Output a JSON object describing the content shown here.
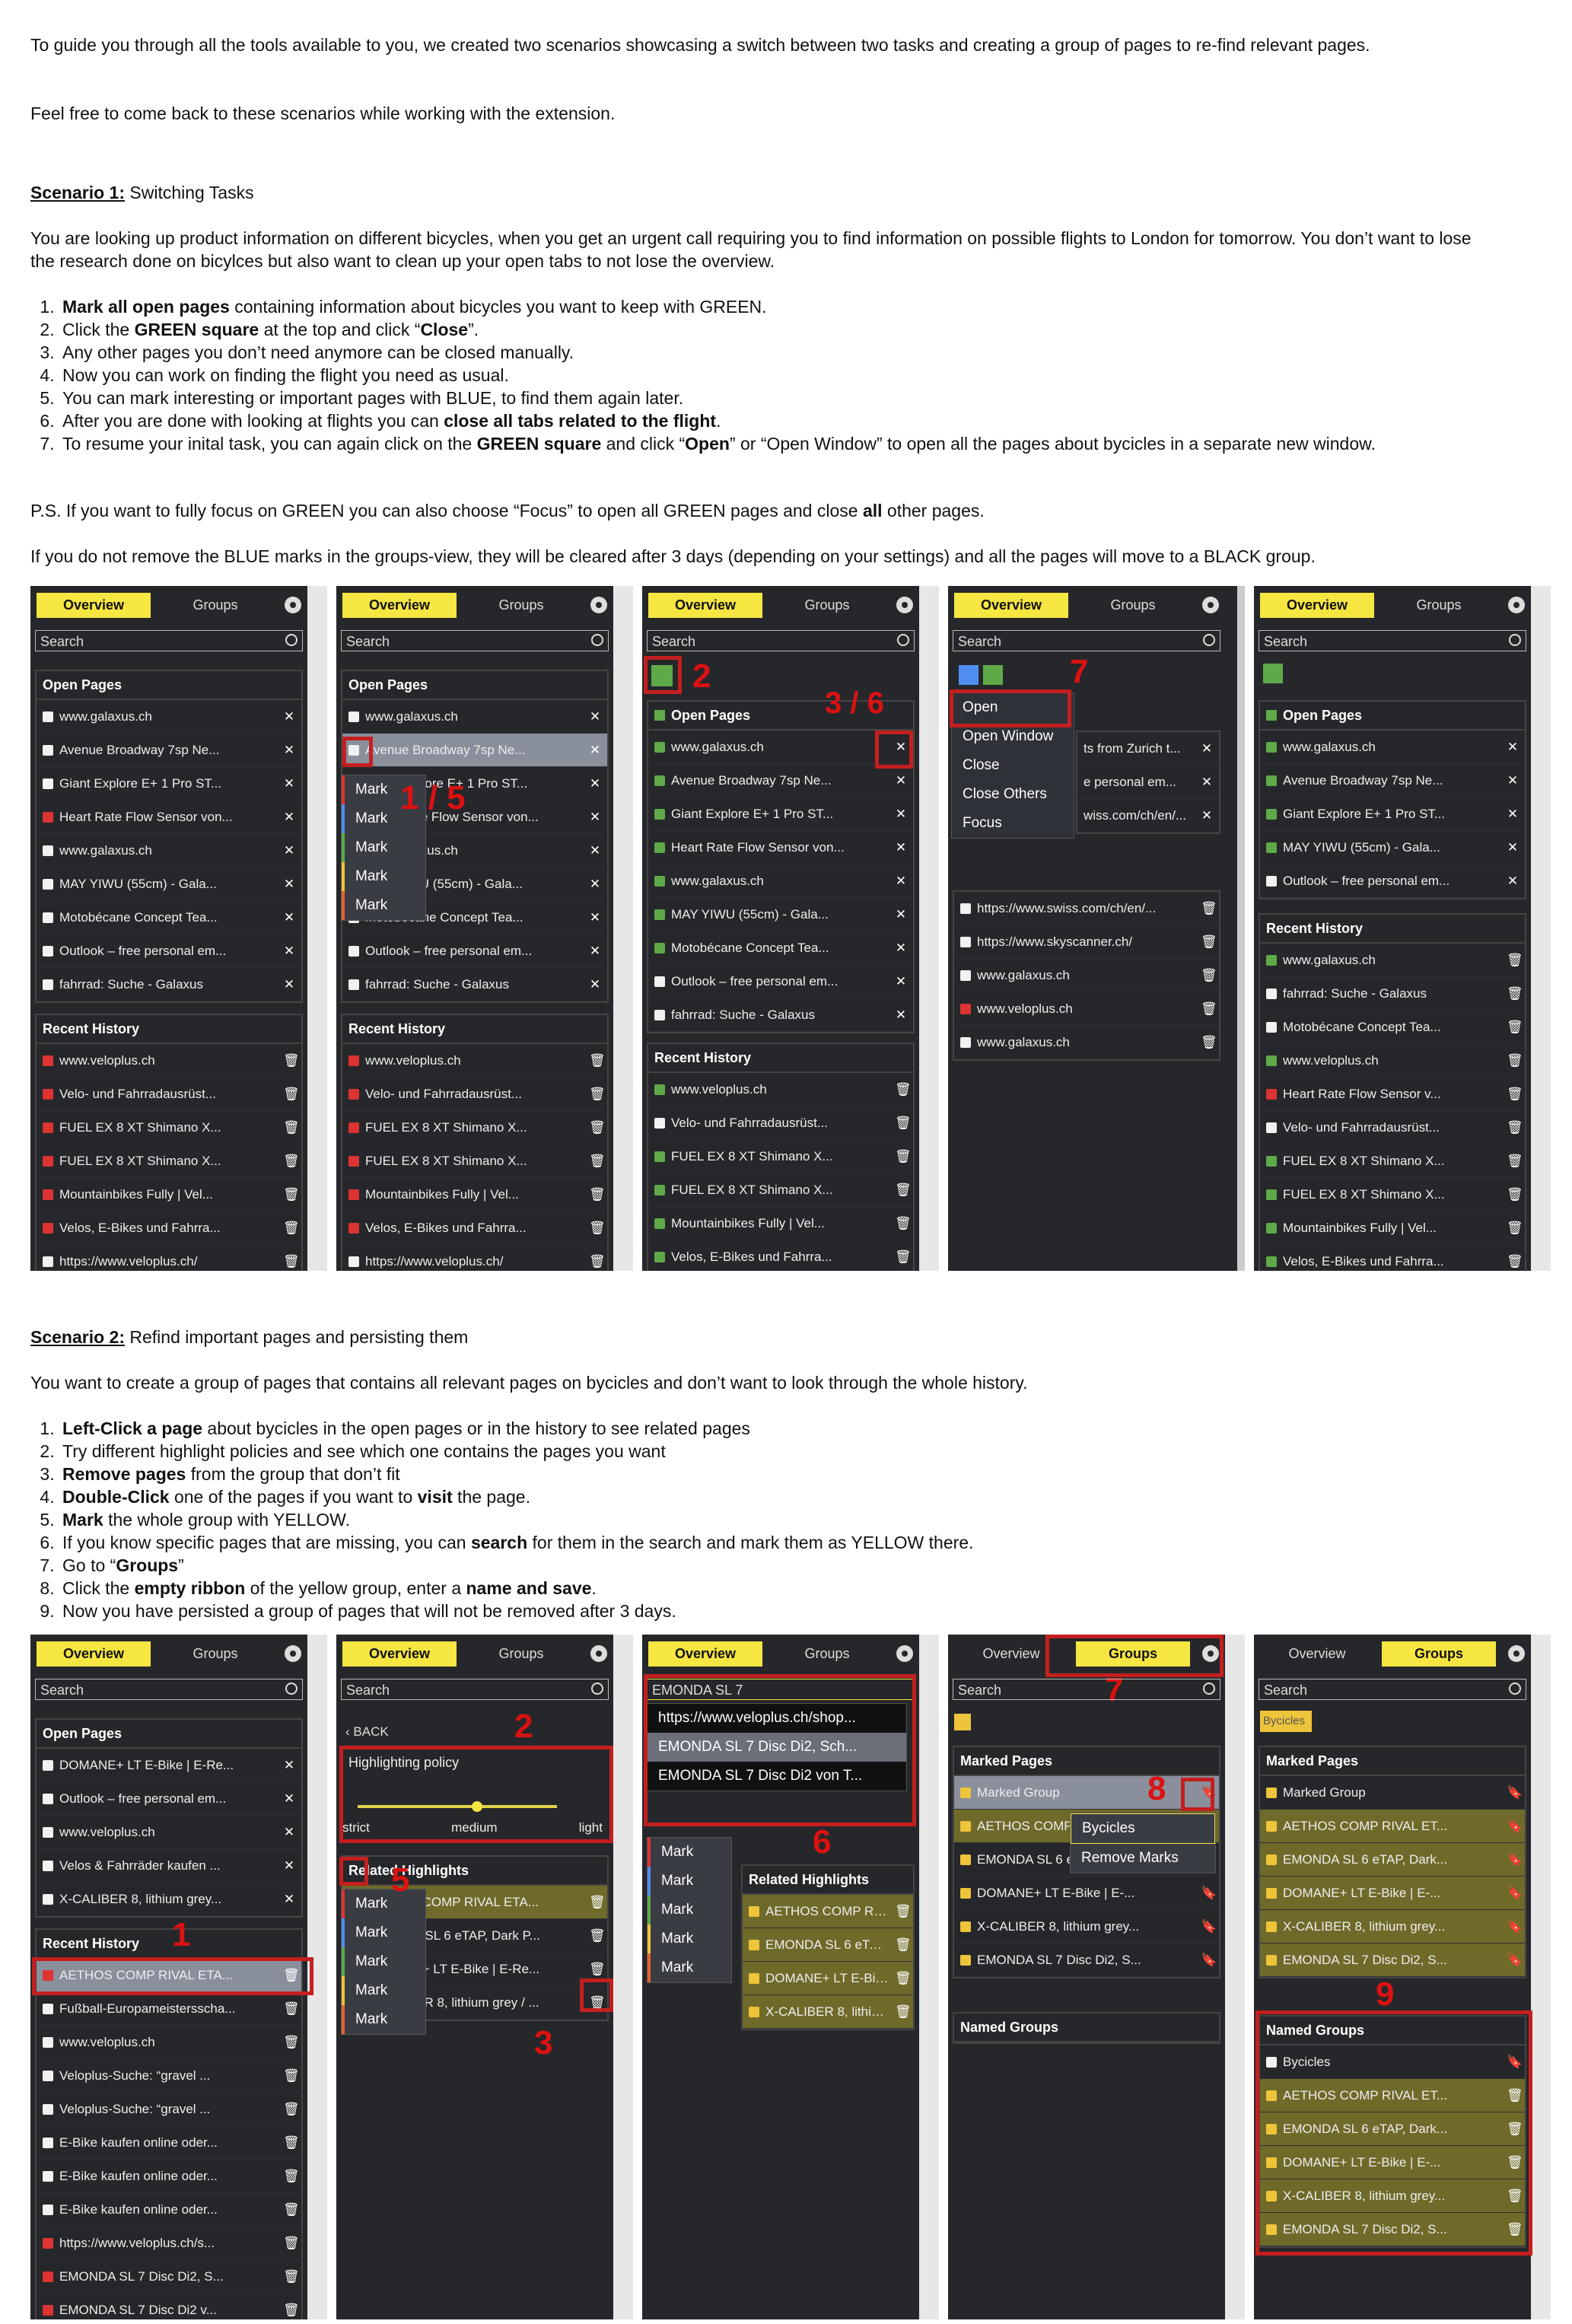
{
  "intro": {
    "p1": "To guide you through all the tools available to you, we created two scenarios showcasing a switch between two tasks and creating a group of pages to re-find relevant pages.",
    "p2": "Feel free to come back to these scenarios while working with the extension."
  },
  "scenario1": {
    "title": "Scenario 1:",
    "subtitle": " Switching Tasks",
    "desc": "You are looking up product information on different bicycles, when you get an urgent call requiring you to find information on possible flights to London for tomorrow. You don’t want to lose the research done on bicylces but also want to clean up your open tabs to not lose the overview.",
    "steps": [
      {
        "b": "Mark all open pages",
        "t": " containing information about bicycles you want to keep with GREEN."
      },
      {
        "pre": "Click the ",
        "b": "GREEN square",
        "t": " at the top and click “",
        "b2": "Close",
        "t2": "”."
      },
      {
        "t": "Any other pages you don’t need anymore can be closed manually."
      },
      {
        "t": "Now you can work on finding the flight you need as usual."
      },
      {
        "t": "You can mark interesting or important pages with BLUE, to find them again later."
      },
      {
        "pre": "After you are done with looking at flights you can ",
        "b": "close all tabs related to the flight",
        "t": "."
      },
      {
        "pre": "To resume your inital task, you can again click on the ",
        "b": "GREEN square",
        "t": " and click “",
        "b2": "Open",
        "t2": "” or “Open Window” to open    all the pages about bycicles in a separate new window."
      }
    ],
    "ps": "P.S. If you want to fully focus on GREEN you can also choose “Focus” to open all GREEN pages and close ",
    "ps_b": "all",
    "ps_end": " other pages.",
    "note": "If you do not remove the BLUE marks in the groups-view, they will be cleared after 3 days (depending on your settings) and all the pages will move to a BLACK group."
  },
  "scenario2": {
    "title": "Scenario 2:",
    "subtitle": " Refind important pages and persisting them",
    "desc": "You want to create a group of pages that contains all relevant pages on bycicles and don’t want to look through the whole history.",
    "steps": [
      {
        "b": "Left-Click a page",
        "t": " about bycicles in the open pages or in the history to see related pages"
      },
      {
        "t": "Try different highlight policies and see which one contains the pages you want"
      },
      {
        "b": "Remove pages",
        "t": " from the group that don’t fit"
      },
      {
        "b": "Double-Click",
        "t": " one of the pages if you want to ",
        "b2": "visit",
        "t2": " the page."
      },
      {
        "b": "Mark",
        "t": " the whole group with YELLOW."
      },
      {
        "pre": "If you know specific pages that are missing, you can ",
        "b": "search",
        "t": " for them in the search and mark them as YELLOW there."
      },
      {
        "pre": "Go to “",
        "b": "Groups",
        "t": "”"
      },
      {
        "pre": "Click the ",
        "b": "empty ribbon",
        "t": " of the yellow group, enter a ",
        "b2": "name and save",
        "t2": "."
      },
      {
        "t": "Now you have persisted a group of pages that will not be removed after 3 days."
      }
    ]
  },
  "ui": {
    "overview": "Overview",
    "groups": "Groups",
    "search": "Search",
    "open_pages": "Open Pages",
    "recent_history": "Recent History",
    "marked_pages": "Marked Pages",
    "named_groups": "Named Groups",
    "related_highlights": "Related Highlights",
    "highlighting_policy": "Highlighting policy",
    "back": "BACK",
    "strict": "strict",
    "medium": "medium",
    "light": "light",
    "mark": "Mark",
    "menu_open": "Open",
    "menu_open_window": "Open Window",
    "menu_close": "Close",
    "menu_close_others": "Close Others",
    "menu_focus": "Focus",
    "marked_group": "Marked Group",
    "bycicles": "Bycicles",
    "remove_marks": "Remove Marks",
    "search_value": "EMONDA SL 7"
  },
  "open_pages_1": [
    "www.galaxus.ch",
    "Avenue Broadway 7sp Ne...",
    "Giant Explore E+ 1 Pro ST...",
    "Heart Rate Flow Sensor von...",
    "www.galaxus.ch",
    "MAY YIWU (55cm) - Gala...",
    "Motobécane Concept Tea...",
    "Outlook – free personal em...",
    "fahrrad: Suche - Galaxus"
  ],
  "history_1": [
    "www.veloplus.ch",
    "Velo- und Fahrradausrüst...",
    "FUEL EX 8 XT Shimano X...",
    "FUEL EX 8 XT Shimano X...",
    "Mountainbikes Fully | Vel...",
    "Velos, E-Bikes und Fahrra...",
    "https://www.veloplus.ch/"
  ],
  "panel4_rows": [
    "ts from Zurich t...",
    "e personal em...",
    "wiss.com/ch/en/...",
    "https://www.swiss.com/ch/en/...",
    "https://www.skyscanner.ch/",
    "www.galaxus.ch",
    "www.veloplus.ch",
    "www.galaxus.ch"
  ],
  "panel5_open": [
    "www.galaxus.ch",
    "Avenue Broadway 7sp Ne...",
    "Giant Explore E+ 1 Pro ST...",
    "MAY YIWU (55cm) - Gala...",
    "Outlook – free personal em..."
  ],
  "panel5_history": [
    "www.galaxus.ch",
    "fahrrad: Suche - Galaxus",
    "Motobécane Concept Tea...",
    "www.veloplus.ch",
    "Heart Rate Flow Sensor v...",
    "Velo- und Fahrradausrüst...",
    "FUEL EX 8 XT Shimano X...",
    "FUEL EX 8 XT Shimano X...",
    "Mountainbikes Fully | Vel...",
    "Velos, E-Bikes und Fahrra..."
  ],
  "s2_open": [
    "DOMANE+ LT E-Bike | E-Re...",
    "Outlook – free personal em...",
    "www.veloplus.ch",
    "Velos & Fahrräder kaufen ...",
    "X-CALIBER 8, lithium grey..."
  ],
  "s2_history": [
    "AETHOS COMP RIVAL ETA...",
    "Fußball-Europameistersscha...",
    "www.veloplus.ch",
    "Veloplus-Suche: “gravel ...",
    "Veloplus-Suche: “gravel ...",
    "E-Bike kaufen online oder...",
    "E-Bike kaufen online oder...",
    "E-Bike kaufen online oder...",
    "https://www.veloplus.ch/s...",
    "EMONDA SL 7 Disc Di2, S...",
    "EMONDA SL 7 Disc Di2 v..."
  ],
  "related": [
    "AETHOS COMP RIVAL ETA...",
    "EMONDA SL 6 eTAP, Dark P...",
    "DOMANE+ LT E-Bike | E-Re...",
    "X-CALIBER 8, lithium grey / ..."
  ],
  "search_results": [
    "https://www.veloplus.ch/shop...",
    "EMONDA SL 7 Disc Di2, Sch...",
    "EMONDA SL 7 Disc Di2 von T..."
  ],
  "marked": [
    "AETHOS COMP RIVAL ET...",
    "EMONDA SL 6 eTAP, Dark...",
    "DOMANE+ LT E-Bike | E-...",
    "X-CALIBER 8, lithium grey...",
    "EMONDA SL 7 Disc Di2, S..."
  ],
  "annotations": {
    "n1": "1 / 5",
    "n2": "2",
    "n3": "3 / 6",
    "n7": "7",
    "s2_1": "1",
    "s2_2": "2",
    "s2_3": "3",
    "s2_5": "5",
    "s2_6": "6",
    "s2_7": "7",
    "s2_8": "8",
    "s2_9": "9"
  },
  "colors": {
    "accent": "#f5e642",
    "panel": "#26272b",
    "annotation": "#c41f1f",
    "green": "#5eaa48",
    "yellow": "#eec43a"
  }
}
